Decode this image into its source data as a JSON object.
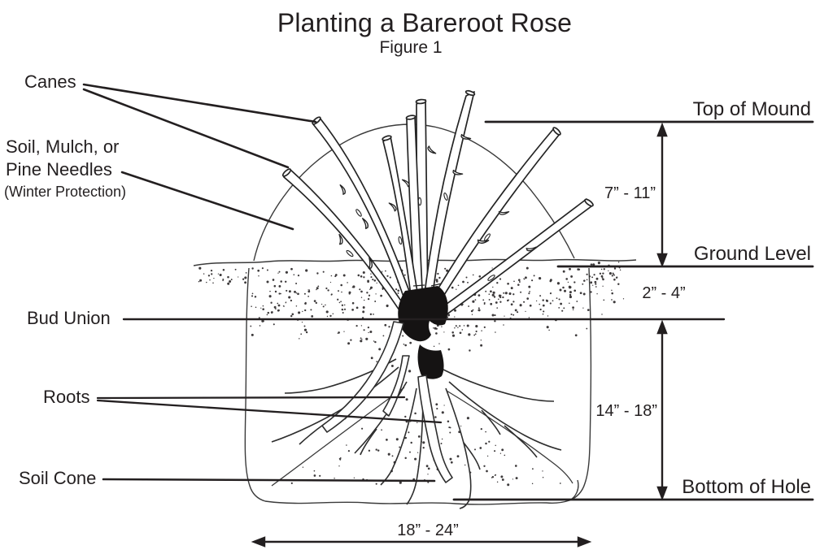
{
  "figure": {
    "title": "Planting a Bareroot Rose",
    "subtitle": "Figure 1"
  },
  "labels": {
    "canes": "Canes",
    "winter_protection": [
      "Soil, Mulch, or",
      "Pine Needles",
      "(Winter Protection)"
    ],
    "bud_union": "Bud Union",
    "roots": "Roots",
    "soil_cone": "Soil Cone",
    "top_of_mound": "Top of Mound",
    "ground_level": "Ground Level",
    "bottom_of_hole": "Bottom of Hole"
  },
  "measurements": {
    "mound_height": "7” - 11”",
    "bud_union_depth": "2” - 4”",
    "hole_depth": "14” - 18”",
    "hole_width": "18” - 24”"
  },
  "colors": {
    "ink": "#231f20",
    "background": "#ffffff"
  }
}
